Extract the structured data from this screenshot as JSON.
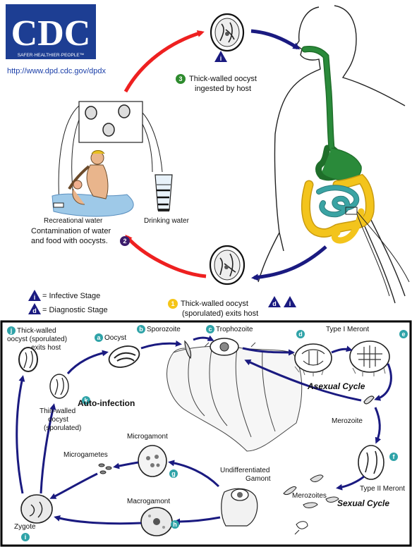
{
  "logo": {
    "text": "CDC",
    "tagline": "SAFER·HEALTHIER·PEOPLE™",
    "url": "http://www.dpd.cdc.gov/dpdx"
  },
  "top": {
    "step1_num": "1",
    "step1_text": [
      "Thick-walled oocyst",
      "(sporulated) exits host"
    ],
    "step2_num": "2",
    "step2_text": [
      "Contamination of water",
      "and food with oocysts."
    ],
    "step3_num": "3",
    "step3_text": [
      "Thick-walled oocyst",
      "ingested by host"
    ],
    "recreational": "Recreational water",
    "drinking": "Drinking water",
    "legend": [
      {
        "letter": "i",
        "text": "= Infective Stage"
      },
      {
        "letter": "d",
        "text": "= Diagnostic Stage"
      }
    ]
  },
  "bottom": {
    "stages": {
      "j": [
        "Thick-walled",
        "oocyst (sporulated)",
        "exits host"
      ],
      "a": "Oocyst",
      "b": "Sporozoite",
      "c": "Trophozoite",
      "d": "Type I Meront",
      "e": "",
      "merozoite": "Merozoite",
      "f": "Type II Meront",
      "merozoites": "Merozoites",
      "k": [
        "Thin-walled",
        "oocyst",
        "(sporulated)"
      ],
      "microgametes": "Microgametes",
      "g": "Microgamont",
      "undiff": [
        "Undifferentiated",
        "Gamont"
      ],
      "h": "Macrogamont",
      "i": "Zygote"
    },
    "auto_infection": "Auto-infection",
    "asexual": "Asexual Cycle",
    "sexual": "Sexual Cycle"
  },
  "colors": {
    "arrow_red": "#ee2020",
    "arrow_blue": "#1a1a80",
    "badge_teal": "#2fa3a8",
    "badge_green": "#2e8b2e",
    "badge_purple": "#3b1c6b",
    "badge_yellow": "#f5c518",
    "logo_blue": "#1d3e93",
    "gut_green": "#2a8a3a",
    "gut_yellow": "#f3c41c",
    "gut_teal": "#3aa3a3"
  }
}
